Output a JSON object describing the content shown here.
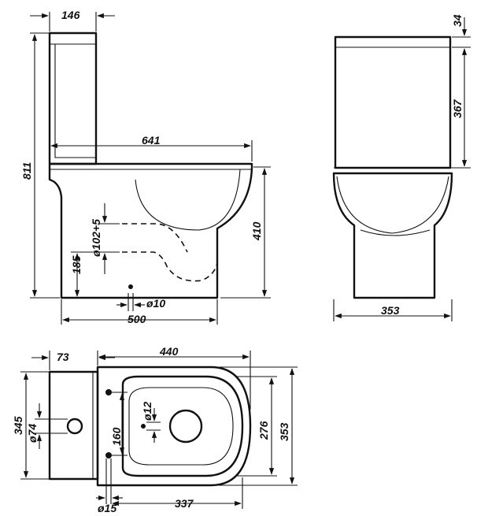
{
  "side_view": {
    "tank_depth": "146",
    "total_height": "811",
    "total_depth": "641",
    "bowl_height": "410",
    "outlet_height": "185",
    "outlet_diameter": "ø102+5",
    "base_width": "500",
    "fixing_hole": "ø10"
  },
  "front_view": {
    "lid_thickness": "34",
    "tank_height": "367",
    "width": "353"
  },
  "top_view": {
    "tank_depth": "73",
    "total_length": "440",
    "tank_width": "345",
    "inlet_diameter": "ø74",
    "seat_hole_spacing": "160",
    "flush_diameter": "ø12",
    "inner_width": "276",
    "outer_width": "353",
    "fixing_hole": "ø15",
    "seat_hole_offset": "337"
  },
  "colors": {
    "line": "#111111",
    "background": "#ffffff"
  }
}
